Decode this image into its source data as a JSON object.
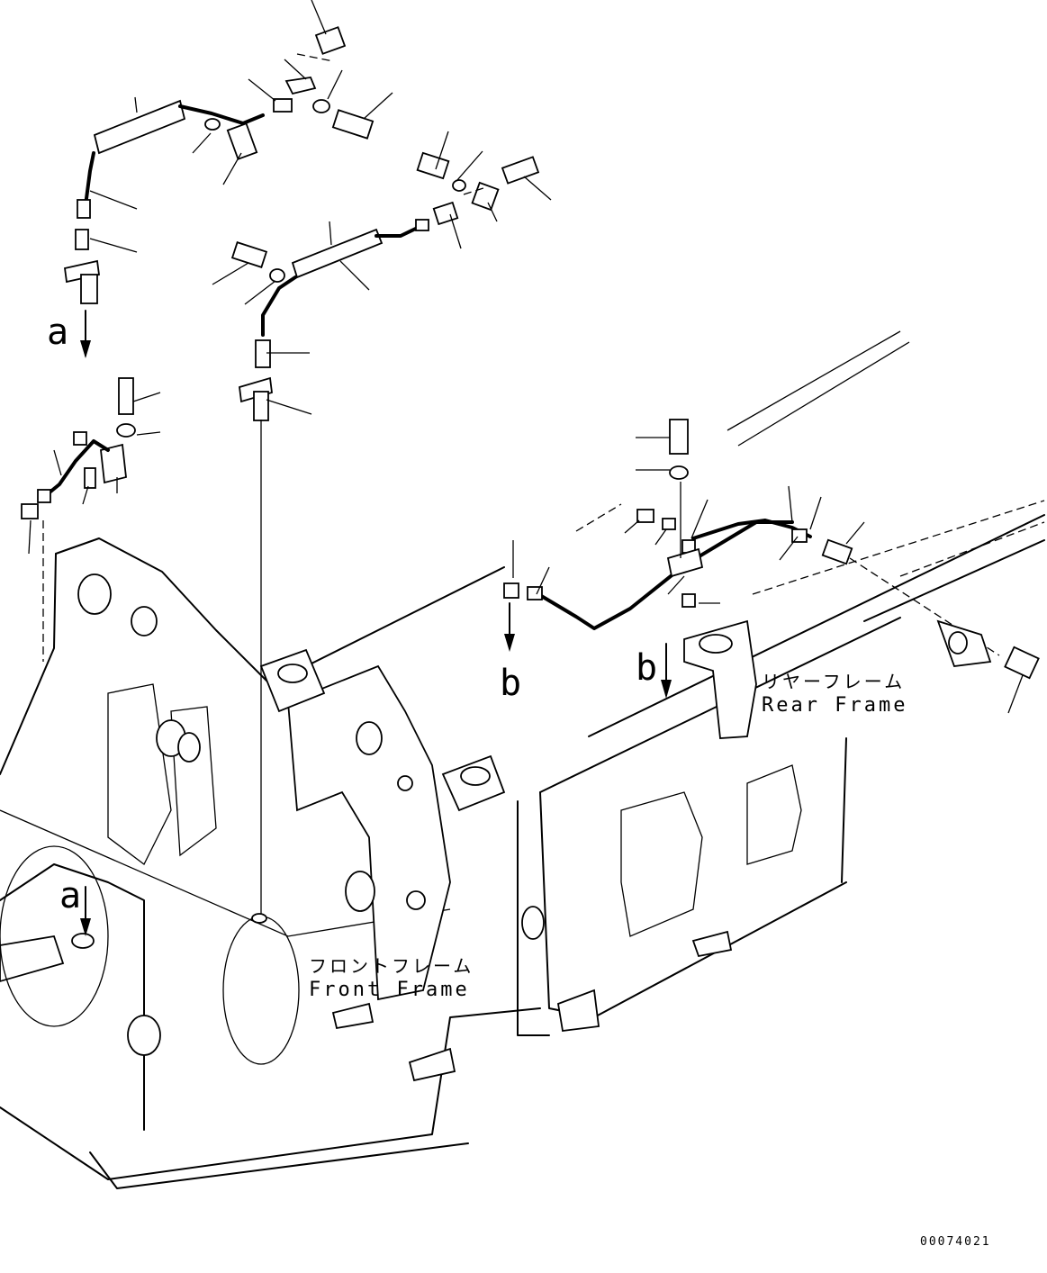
{
  "view_labels": {
    "a_top": "a",
    "a_bottom": "a",
    "b_left": "b",
    "b_right": "b"
  },
  "rear_frame": {
    "jp": "リヤーフレーム",
    "en": "Rear Frame"
  },
  "front_frame": {
    "jp": "フロントフレーム",
    "en": "Front Frame"
  },
  "drawing_number": "00074021"
}
